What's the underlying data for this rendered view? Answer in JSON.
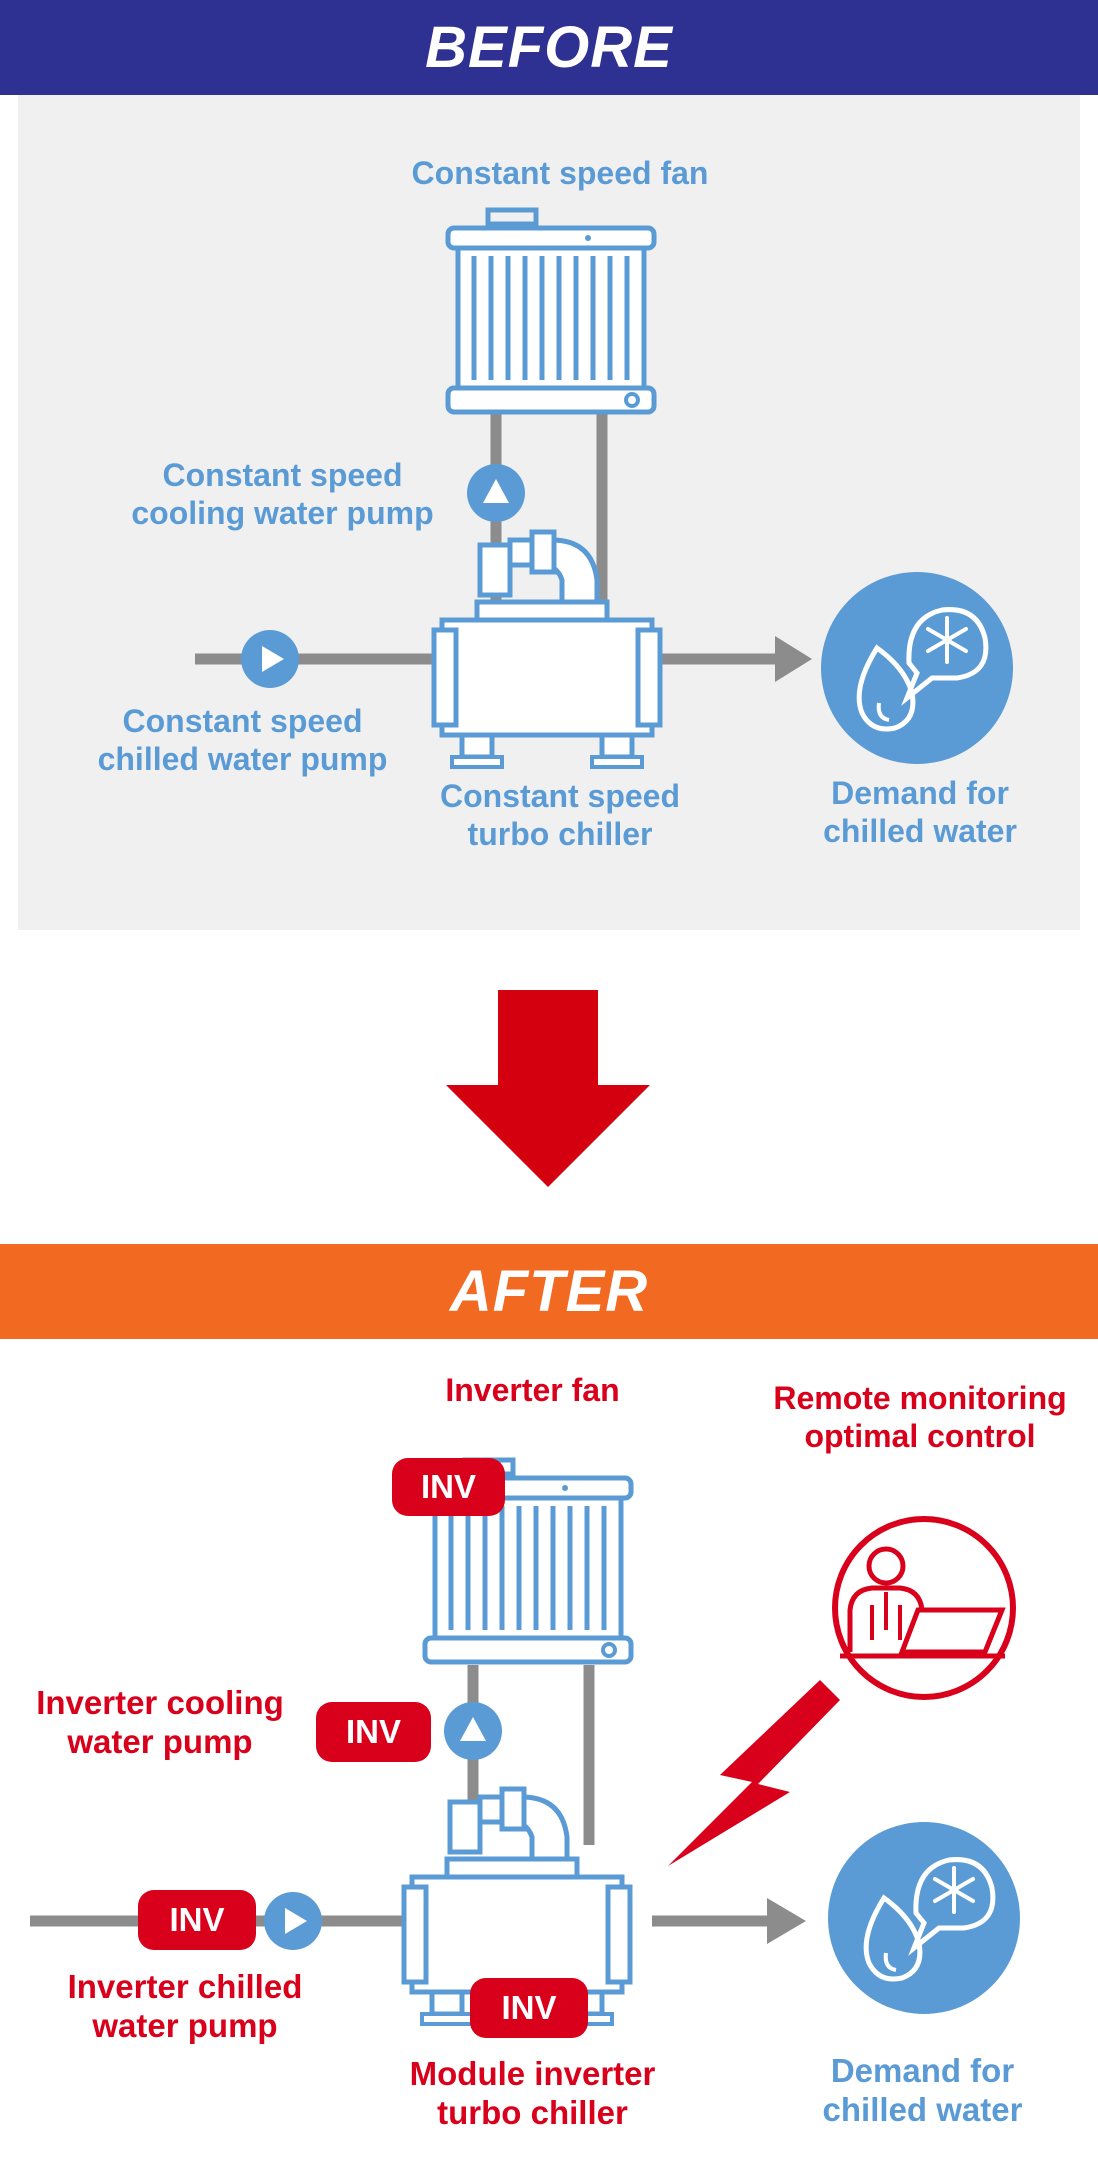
{
  "before": {
    "title": "BEFORE",
    "fan": "Constant speed fan",
    "cooling_pump": "Constant speed\ncooling water pump",
    "chilled_pump": "Constant speed\nchilled water pump",
    "chiller": "Constant speed\nturbo chiller",
    "demand": "Demand for\nchilled water"
  },
  "after": {
    "title": "AFTER",
    "fan": "Inverter fan",
    "remote": "Remote monitoring\noptimal control",
    "cooling_pump": "Inverter cooling\nwater pump",
    "chilled_pump": "Inverter chilled\nwater pump",
    "chiller": "Module inverter\nturbo chiller",
    "demand": "Demand for\nchilled water",
    "inv_badge": "INV"
  },
  "colors": {
    "before_banner": "#2e3192",
    "after_banner": "#f26a21",
    "equipment_blue": "#5b9bd5",
    "accent_red": "#d9001b",
    "pipe_gray": "#8c8c8c"
  }
}
